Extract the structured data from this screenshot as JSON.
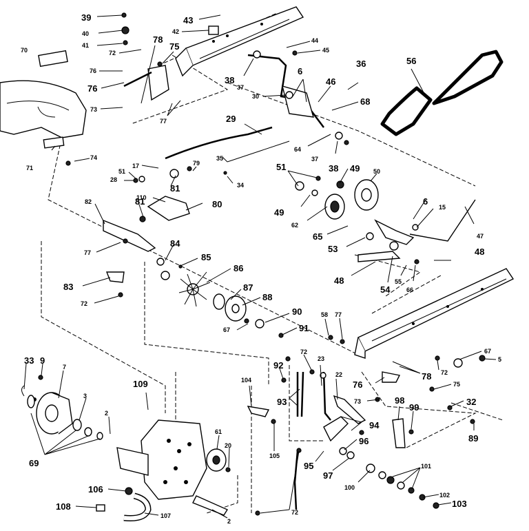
{
  "labels": {
    "l39": "39",
    "l40": "40",
    "l41": "41",
    "l43": "43",
    "l42": "42",
    "l44": "44",
    "l45": "45",
    "l70": "70",
    "l72a": "72",
    "l78a": "78",
    "l75a": "75",
    "l76a": "76",
    "l76b": "76",
    "l73a": "73",
    "l77a": "77",
    "l38a": "38",
    "l37a": "37",
    "l30": "30",
    "l6a": "6",
    "l46": "46",
    "l36": "36",
    "l56": "56",
    "l68": "68",
    "l29": "29",
    "l64": "64",
    "l37b": "37",
    "l38b": "38",
    "l71": "71",
    "l74": "74",
    "l17": "17",
    "l79": "79",
    "l51a": "51",
    "l28": "28",
    "l35": "35",
    "l34": "34",
    "l51b": "51",
    "l49a": "49",
    "l50": "50",
    "l81a": "81",
    "l110": "110",
    "l80": "80",
    "l82": "82",
    "l81b": "81",
    "l49b": "49",
    "l6b": "6",
    "l15": "15",
    "l47": "47",
    "l62": "62",
    "l65": "65",
    "l53": "53",
    "l48a": "48",
    "l77b": "77",
    "l84": "84",
    "l85": "85",
    "l86": "86",
    "l48b": "48",
    "l54": "54",
    "l55": "55",
    "l66": "66",
    "l83": "83",
    "l87": "87",
    "l88": "88",
    "l72b": "72",
    "l90": "90",
    "l67a": "67",
    "l91": "91",
    "l58": "58",
    "l77c": "77",
    "l33": "33",
    "l9": "9",
    "l7": "7",
    "l92": "92",
    "l72c": "72",
    "l67b": "67",
    "l5": "5",
    "l78b": "78",
    "l72d": "72",
    "l23": "23",
    "l76c": "76",
    "l104": "104",
    "l22": "22",
    "l75b": "75",
    "l109": "109",
    "l3": "3",
    "l93": "93",
    "l73b": "73",
    "l98": "98",
    "l99": "99",
    "l32": "32",
    "l94": "94",
    "l2a": "2",
    "l61": "61",
    "l20": "20",
    "l69": "69",
    "l105": "105",
    "l96": "96",
    "l89": "89",
    "l95": "95",
    "l97": "97",
    "l101": "101",
    "l100": "100",
    "l106": "106",
    "l108": "108",
    "l107": "107",
    "l72e": "72",
    "l102": "102",
    "l103": "103",
    "l2b": "2"
  }
}
